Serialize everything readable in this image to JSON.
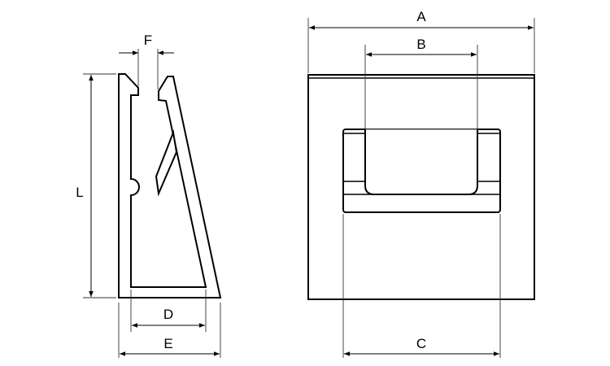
{
  "side_view": {
    "dimensions": {
      "L": "L",
      "F": "F",
      "D": "D",
      "E": "E"
    }
  },
  "front_view": {
    "dimensions": {
      "A": "A",
      "B": "B",
      "C": "C"
    }
  },
  "colors": {
    "line": "#000000",
    "background": "#ffffff"
  }
}
